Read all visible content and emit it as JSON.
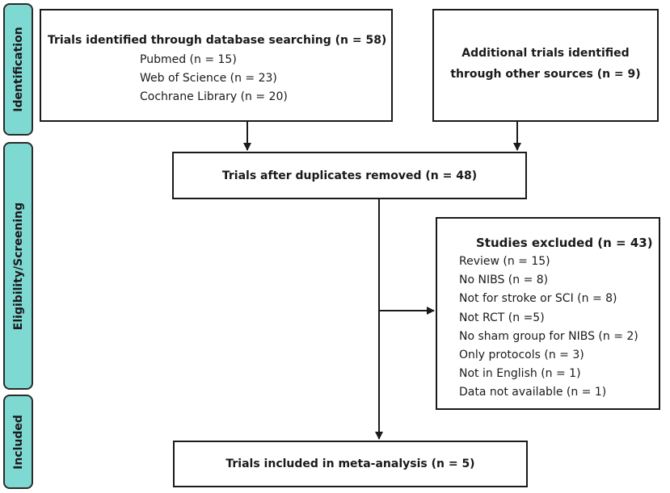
{
  "phases": {
    "identification": "Identification",
    "eligibility": "Eligibility/Screening",
    "included": "Included"
  },
  "database_box": {
    "title": "Trials identified through database searching (n = 58)",
    "sources": [
      "Pubmed (n = 15)",
      "Web of Science (n = 23)",
      "Cochrane Library (n = 20)"
    ]
  },
  "other_box": {
    "line1": "Additional trials identified",
    "line2": "through other sources (n = 9)"
  },
  "duplicates_box": {
    "text": "Trials after duplicates removed (n = 48)"
  },
  "excluded_box": {
    "title": "Studies excluded (n = 43)",
    "reasons": [
      "Review (n = 15)",
      "No NIBS (n = 8)",
      "Not for stroke or SCI (n = 8)",
      "Not RCT (n =5)",
      "No sham group for NIBS (n = 2)",
      "Only protocols (n = 3)",
      "Not in English (n = 1)",
      "Data not available (n = 1)"
    ]
  },
  "included_box": {
    "text": "Trials included in meta-analysis (n = 5)"
  },
  "colors": {
    "phase_fill": "#7fd9d3",
    "border": "#1a1a1a"
  }
}
